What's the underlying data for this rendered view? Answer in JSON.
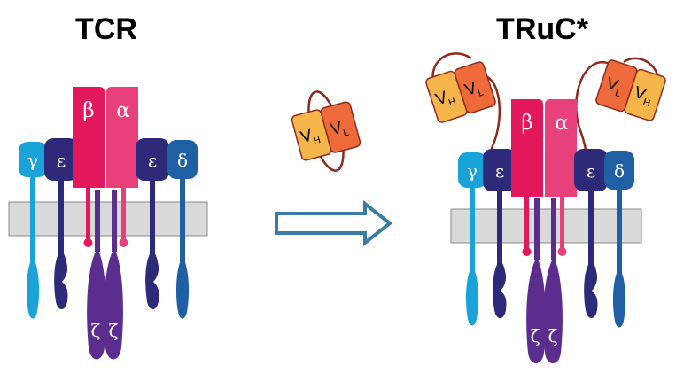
{
  "titles": {
    "left": "TCR",
    "right": "TRuC*"
  },
  "chains": {
    "gamma": "γ",
    "epsilon": "ε",
    "beta": "β",
    "alpha": "α",
    "delta": "δ",
    "zeta": "ζ"
  },
  "scfv": {
    "heavy": "V",
    "heavy_sub": "H",
    "light": "V",
    "light_sub": "L"
  },
  "colors": {
    "gamma": "#1aa3d9",
    "epsilon": "#2e2a7a",
    "beta": "#e3185c",
    "alpha": "#e8407a",
    "delta": "#1f5fa3",
    "zeta": "#5b2d8e",
    "membrane": "#d9d9d9",
    "arrow": "#3a7ca5",
    "vh": "#f5b54a",
    "vl": "#ef6a3a",
    "linker": "#8b2c1f"
  }
}
